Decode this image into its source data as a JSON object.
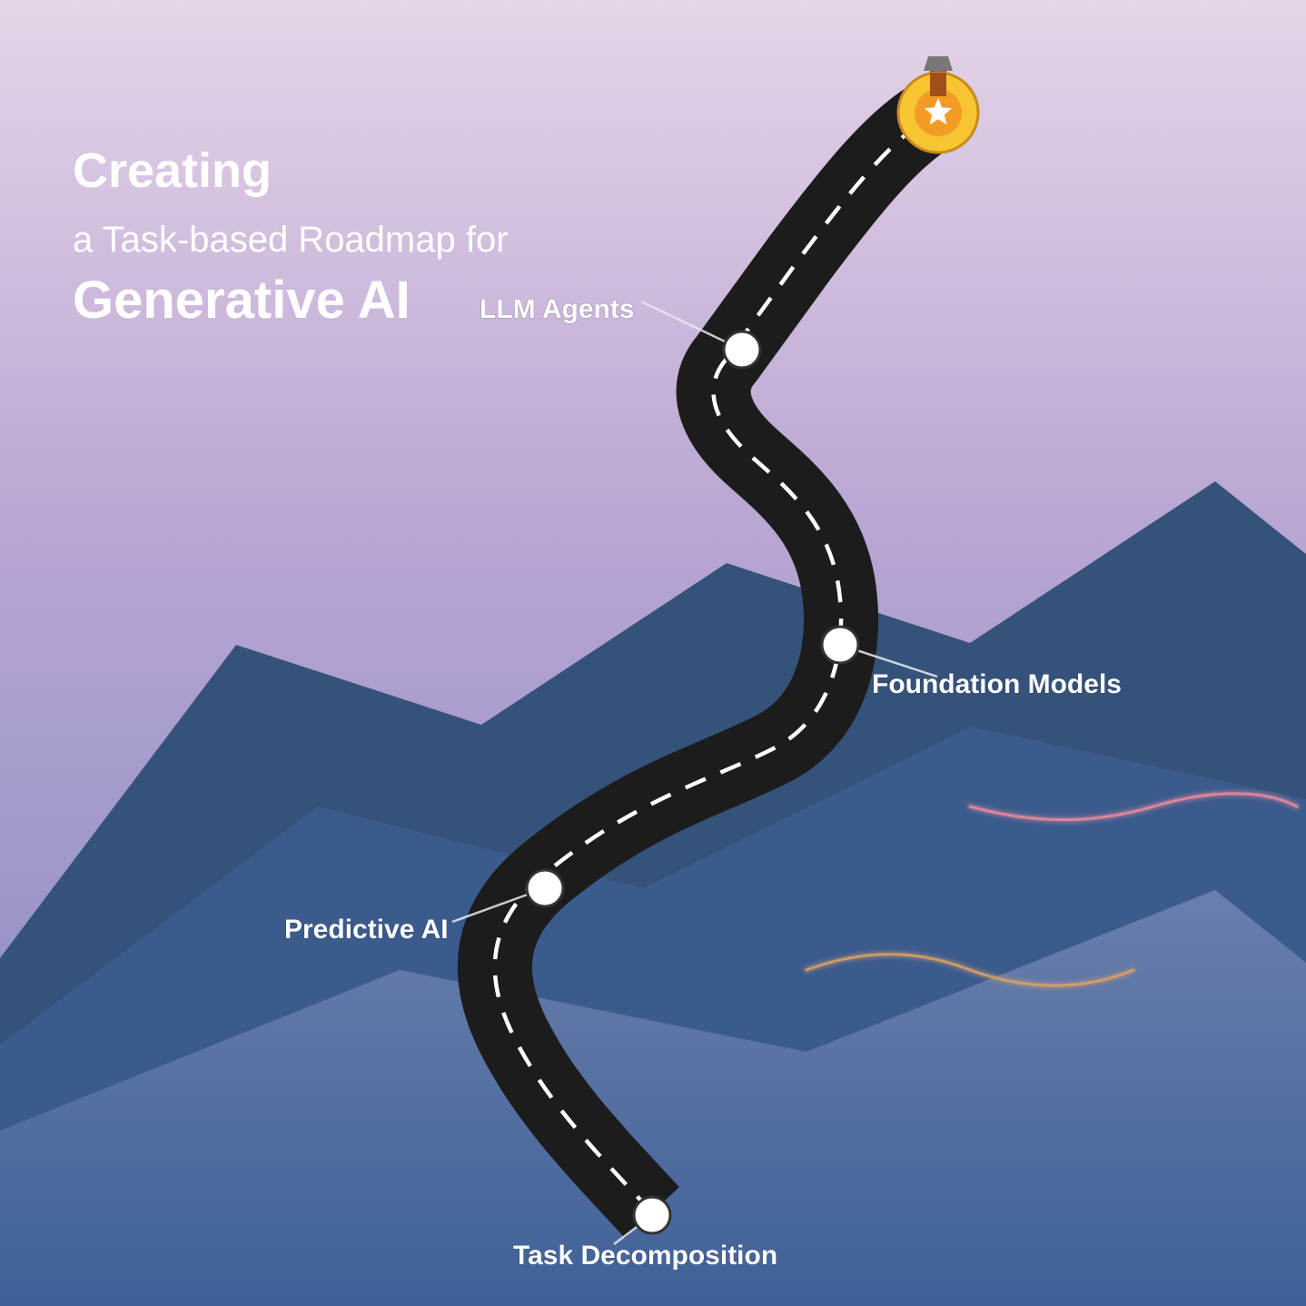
{
  "title": {
    "line1": "Creating",
    "line2": "a Task-based Roadmap for",
    "line3": "Generative AI"
  },
  "milestones": [
    {
      "id": "task-decomposition",
      "label": "Task Decomposition"
    },
    {
      "id": "predictive-ai",
      "label": "Predictive AI"
    },
    {
      "id": "foundation-models",
      "label": "Foundation Models"
    },
    {
      "id": "llm-agents",
      "label": "LLM Agents"
    }
  ],
  "goal": {
    "icon": "medal-star-icon"
  },
  "colors": {
    "sky_top": "#e6d4e8",
    "sky_mid": "#b9a6d3",
    "sky_bottom": "#7f86bd",
    "mountain_far": "#35527a",
    "mountain_mid": "#3b5b8d",
    "mountain_near_top": "#6a7fad",
    "mountain_near_bottom": "#3f6197",
    "road": "#1c1c1c",
    "road_dash": "#ffffff",
    "medal_gold": "#f7c531",
    "medal_orange": "#f39c25",
    "ribbon": "#a24f1d",
    "wave_pink": "#e58a9c",
    "wave_amber": "#dda267"
  }
}
